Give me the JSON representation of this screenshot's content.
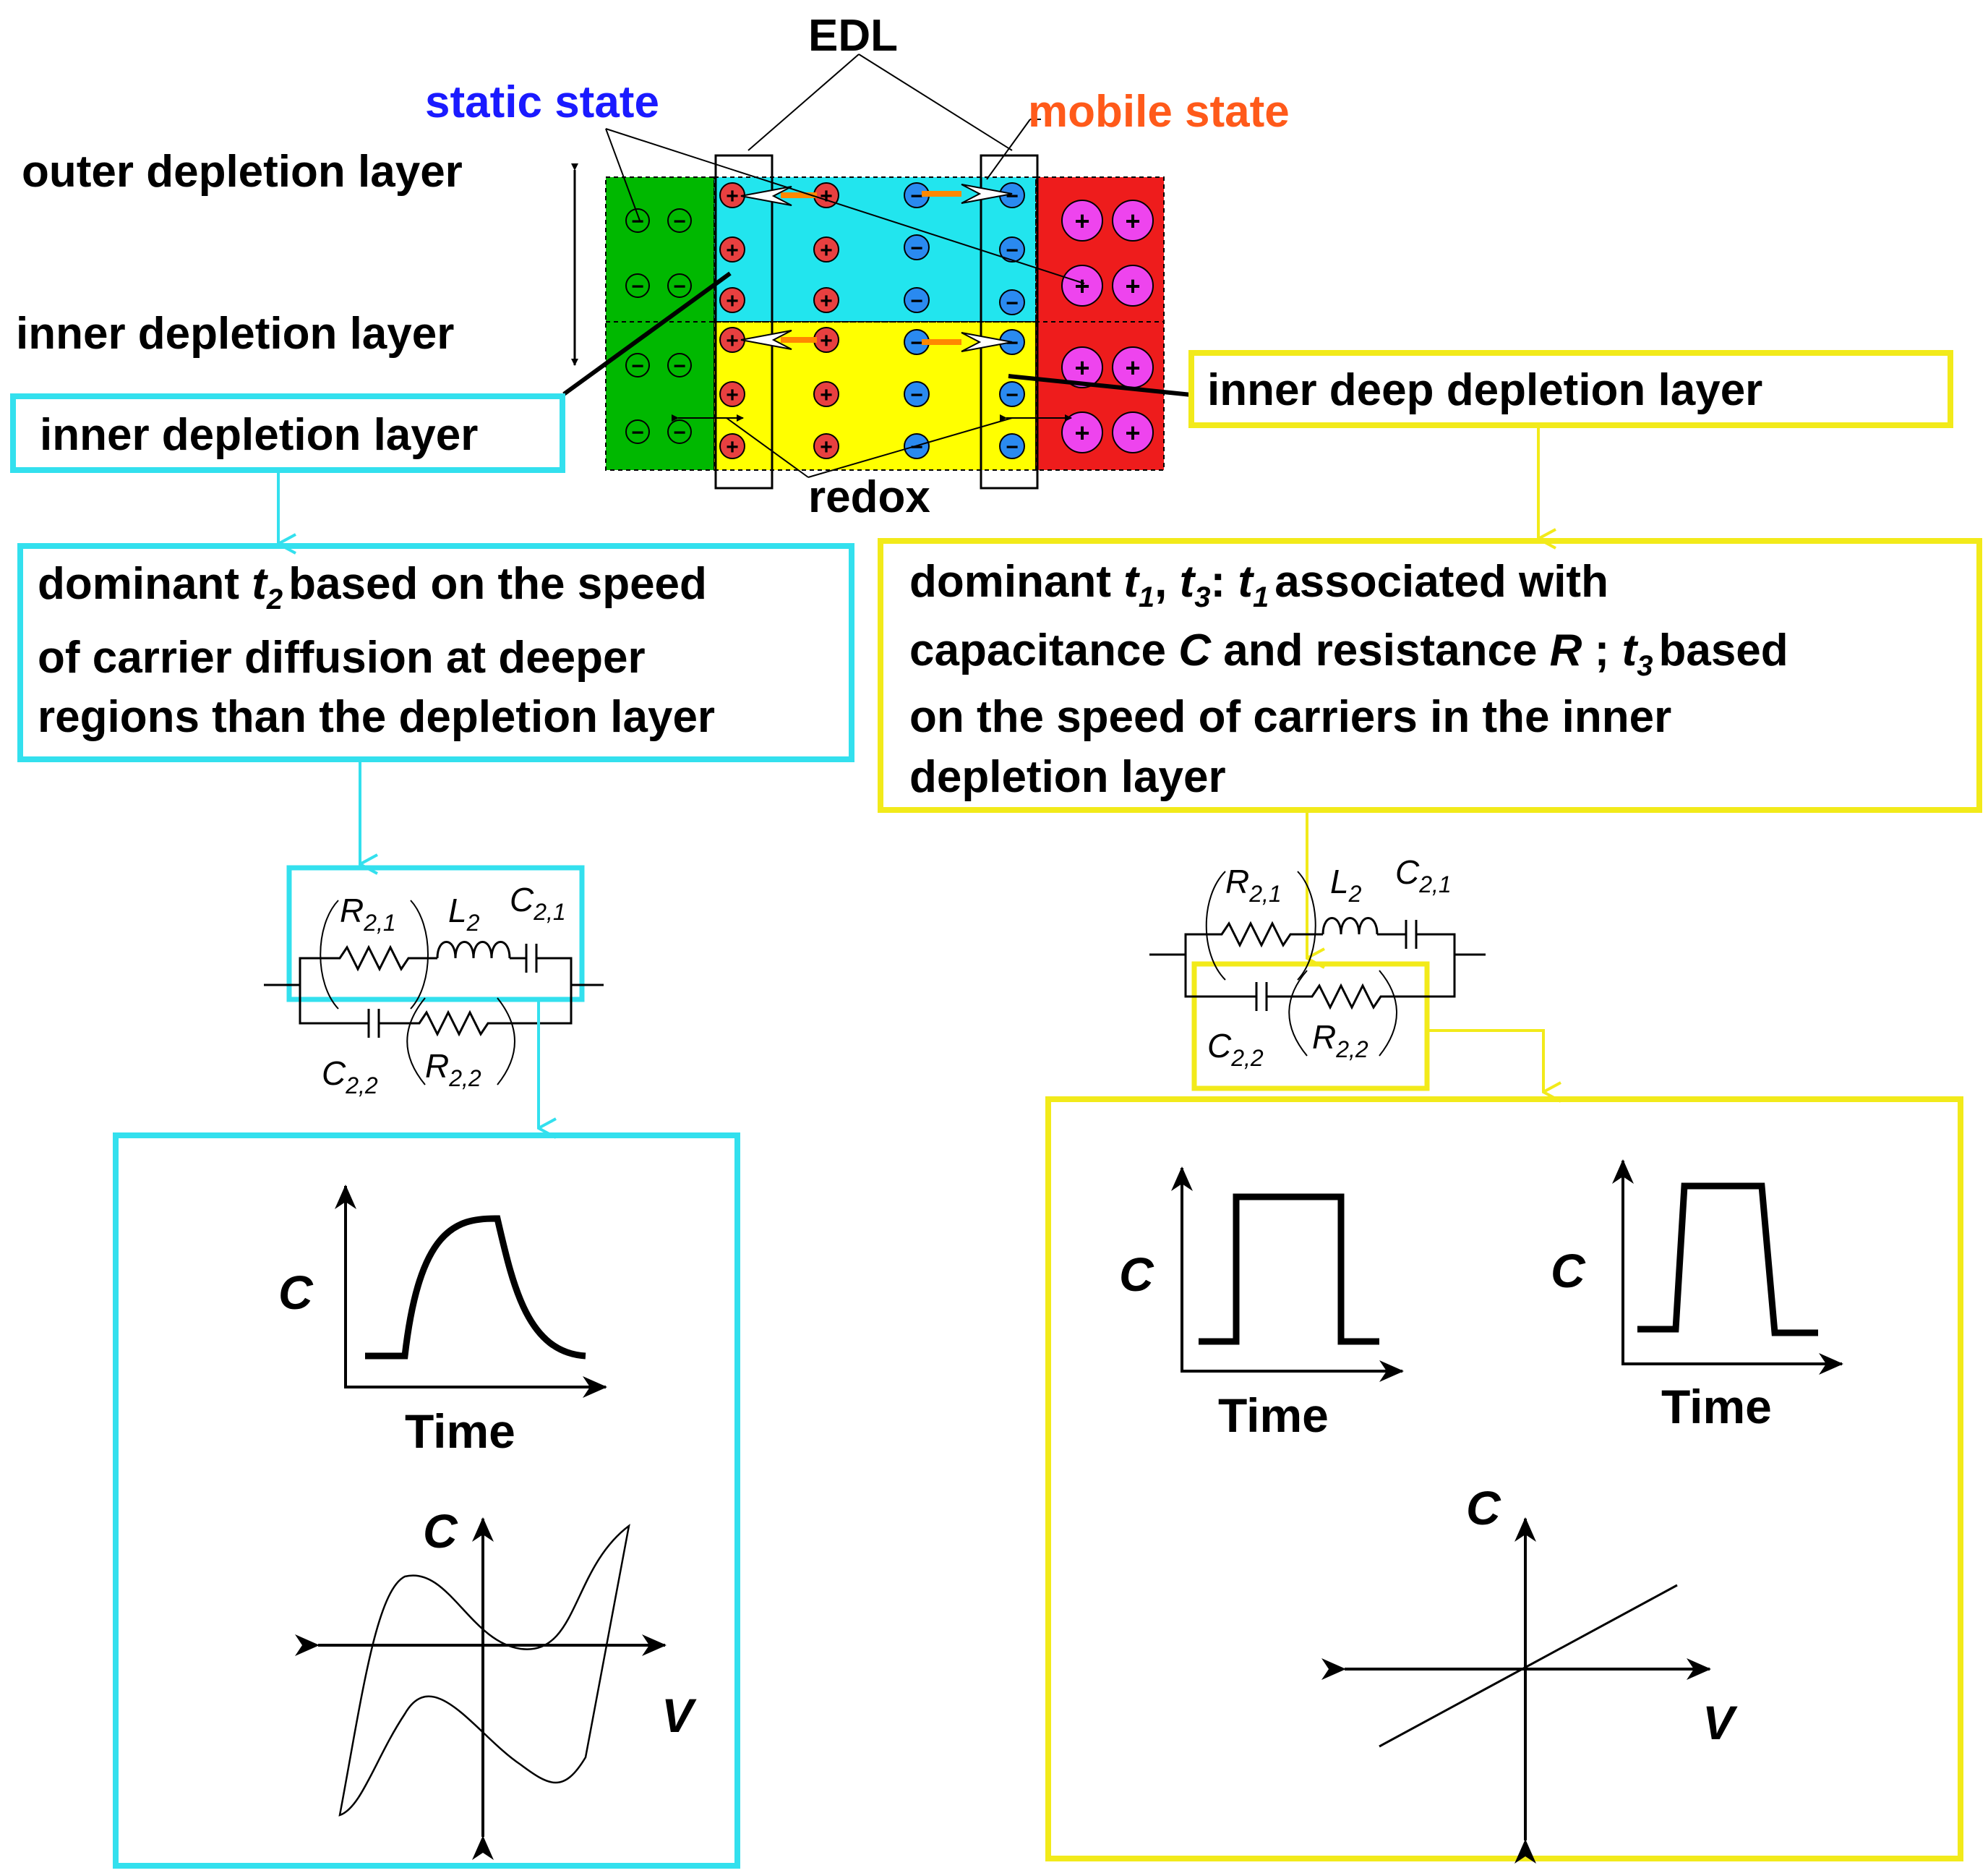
{
  "colors": {
    "cyan": "#22e5ee",
    "yellow": "#ffff00",
    "green": "#00b800",
    "red": "#ee1c1c",
    "magenta": "#ee44ee",
    "blue_text": "#1a1aff",
    "orange_text": "#ff5a1a",
    "plus_ion": "#e84040",
    "minus_ion": "#2a8af0",
    "frame_cyan": "#33e0ee",
    "frame_yellow": "#f2ea1a"
  },
  "header": {
    "edl_label": "EDL",
    "static_state_label": "static state",
    "mobile_state_label": "mobile state",
    "redox_label": "redox",
    "outer_depletion_label": "outer depletion layer",
    "inner_depletion_side_label": "inner depletion layer"
  },
  "left_branch": {
    "box_label": "inner depletion layer",
    "description": {
      "line1_pre": "dominant ",
      "line1_t": "t",
      "line1_sub": "2",
      "line1_post": "based on the speed",
      "line2": "of carrier diffusion at deeper",
      "line3": "regions than the depletion layer"
    },
    "circuit": {
      "r21_main": "R",
      "r21_sub": "2,1",
      "l2_main": "L",
      "l2_sub": "2",
      "c21_main": "C",
      "c21_sub": "2,1",
      "c22_main": "C",
      "c22_sub": "2,2",
      "r22_main": "R",
      "r22_sub": "2,2"
    },
    "time_plot": {
      "y_label": "C",
      "x_label": "Time"
    },
    "cv_plot": {
      "y_label": "C",
      "x_label": "V"
    }
  },
  "right_branch": {
    "box_label": "inner deep depletion layer",
    "description": {
      "line1_pre": "dominant ",
      "t1_a": "t",
      "t1_a_sub": "1",
      "comma": ", ",
      "t3_a": "t",
      "t3_a_sub": "3",
      "colon": ": ",
      "t1_b": "t",
      "t1_b_sub": "1",
      "line1_post": "associated with",
      "line2_pre": "capacitance ",
      "line2_c": "C",
      "line2_mid": " and resistance ",
      "line2_r": "R",
      "line2_semi": " ; ",
      "t3_b": "t",
      "t3_b_sub": "3",
      "line2_post": "based",
      "line3": "on the speed of carriers in the inner",
      "line4": "depletion layer"
    },
    "circuit": {
      "r21_main": "R",
      "r21_sub": "2,1",
      "l2_main": "L",
      "l2_sub": "2",
      "c21_main": "C",
      "c21_sub": "2,1",
      "c22_main": "C",
      "c22_sub": "2,2",
      "r22_main": "R",
      "r22_sub": "2,2"
    },
    "time_plot_1": {
      "y_label": "C",
      "x_label": "Time"
    },
    "time_plot_2": {
      "y_label": "C",
      "x_label": "Time"
    },
    "cv_plot": {
      "y_label": "C",
      "x_label": "V"
    }
  },
  "ions": {
    "plus_symbol": "+",
    "minus_symbol": "−"
  }
}
